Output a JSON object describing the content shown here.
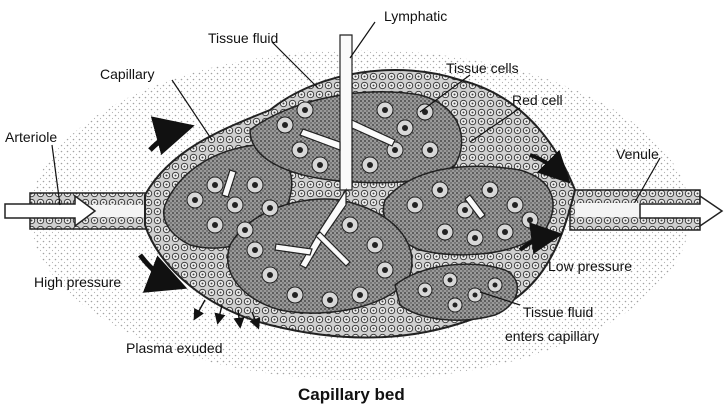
{
  "diagram": {
    "labels": {
      "lymphatic": "Lymphatic",
      "tissue_fluid_top": "Tissue fluid",
      "capillary": "Capillary",
      "tissue_cells": "Tissue cells",
      "red_cell": "Red cell",
      "arteriole": "Arteriole",
      "venule": "Venule",
      "high_pressure": "High pressure",
      "low_pressure": "Low pressure",
      "tissue_fluid_enters_1": "Tissue fluid",
      "tissue_fluid_enters_2": "enters capillary",
      "plasma_exuded": "Plasma exuded"
    },
    "caption": "Capillary bed"
  }
}
